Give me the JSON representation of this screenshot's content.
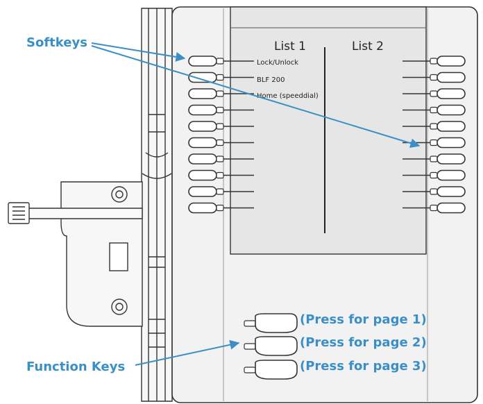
{
  "callouts": {
    "softkeys": "Softkeys",
    "function_keys": "Function Keys"
  },
  "screen": {
    "list1_title": "List 1",
    "list2_title": "List 2",
    "entries": [
      "Lock/Unlock",
      "BLF 200",
      "Home (speeddial)"
    ]
  },
  "function_key_labels": [
    "(Press for page 1)",
    "(Press for page 2)",
    "(Press for page 3)"
  ],
  "colors": {
    "callout": "#3a8fc7",
    "arrow": "#3a8fc7",
    "outline": "#333333",
    "device_fill": "#f0f0f0",
    "screen_fill": "#e8e8e8"
  }
}
